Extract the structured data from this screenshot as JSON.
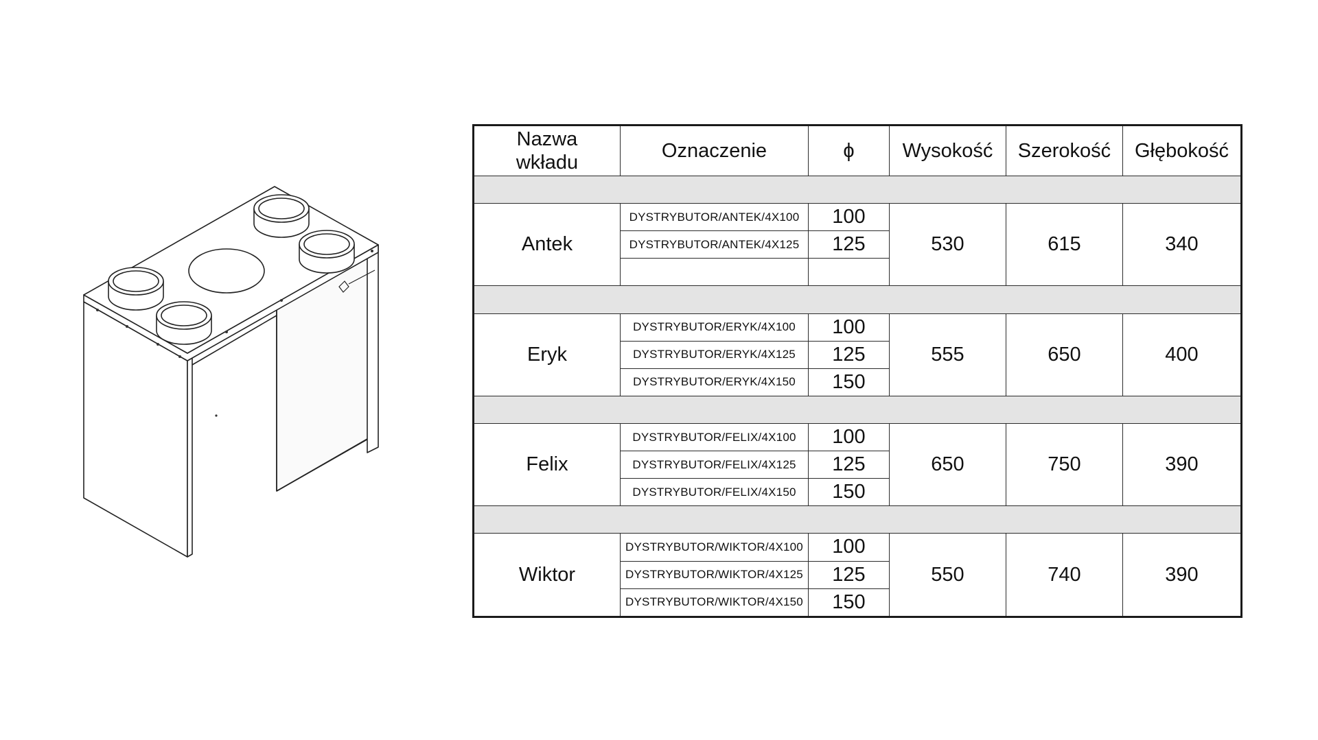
{
  "table": {
    "headers": {
      "name": "Nazwa wkładu",
      "code": "Oznaczenie",
      "diameter": "ϕ",
      "height": "Wysokość",
      "width": "Szerokość",
      "depth": "Głębokość"
    },
    "rows": [
      {
        "name": "Antek",
        "height": "530",
        "width": "615",
        "depth": "340",
        "variants": [
          {
            "code": "DYSTRYBUTOR/ANTEK/4X100",
            "diameter": "100"
          },
          {
            "code": "DYSTRYBUTOR/ANTEK/4X125",
            "diameter": "125"
          },
          {
            "code": "",
            "diameter": ""
          }
        ]
      },
      {
        "name": "Eryk",
        "height": "555",
        "width": "650",
        "depth": "400",
        "variants": [
          {
            "code": "DYSTRYBUTOR/ERYK/4X100",
            "diameter": "100"
          },
          {
            "code": "DYSTRYBUTOR/ERYK/4X125",
            "diameter": "125"
          },
          {
            "code": "DYSTRYBUTOR/ERYK/4X150",
            "diameter": "150"
          }
        ]
      },
      {
        "name": "Felix",
        "height": "650",
        "width": "750",
        "depth": "390",
        "variants": [
          {
            "code": "DYSTRYBUTOR/FELIX/4X100",
            "diameter": "100"
          },
          {
            "code": "DYSTRYBUTOR/FELIX/4X125",
            "diameter": "125"
          },
          {
            "code": "DYSTRYBUTOR/FELIX/4X150",
            "diameter": "150"
          }
        ]
      },
      {
        "name": "Wiktor",
        "height": "550",
        "width": "740",
        "depth": "390",
        "variants": [
          {
            "code": "DYSTRYBUTOR/WIKTOR/4X100",
            "diameter": "100"
          },
          {
            "code": "DYSTRYBUTOR/WIKTOR/4X125",
            "diameter": "125"
          },
          {
            "code": "DYSTRYBUTOR/WIKTOR/4X150",
            "diameter": "150"
          }
        ]
      }
    ]
  }
}
